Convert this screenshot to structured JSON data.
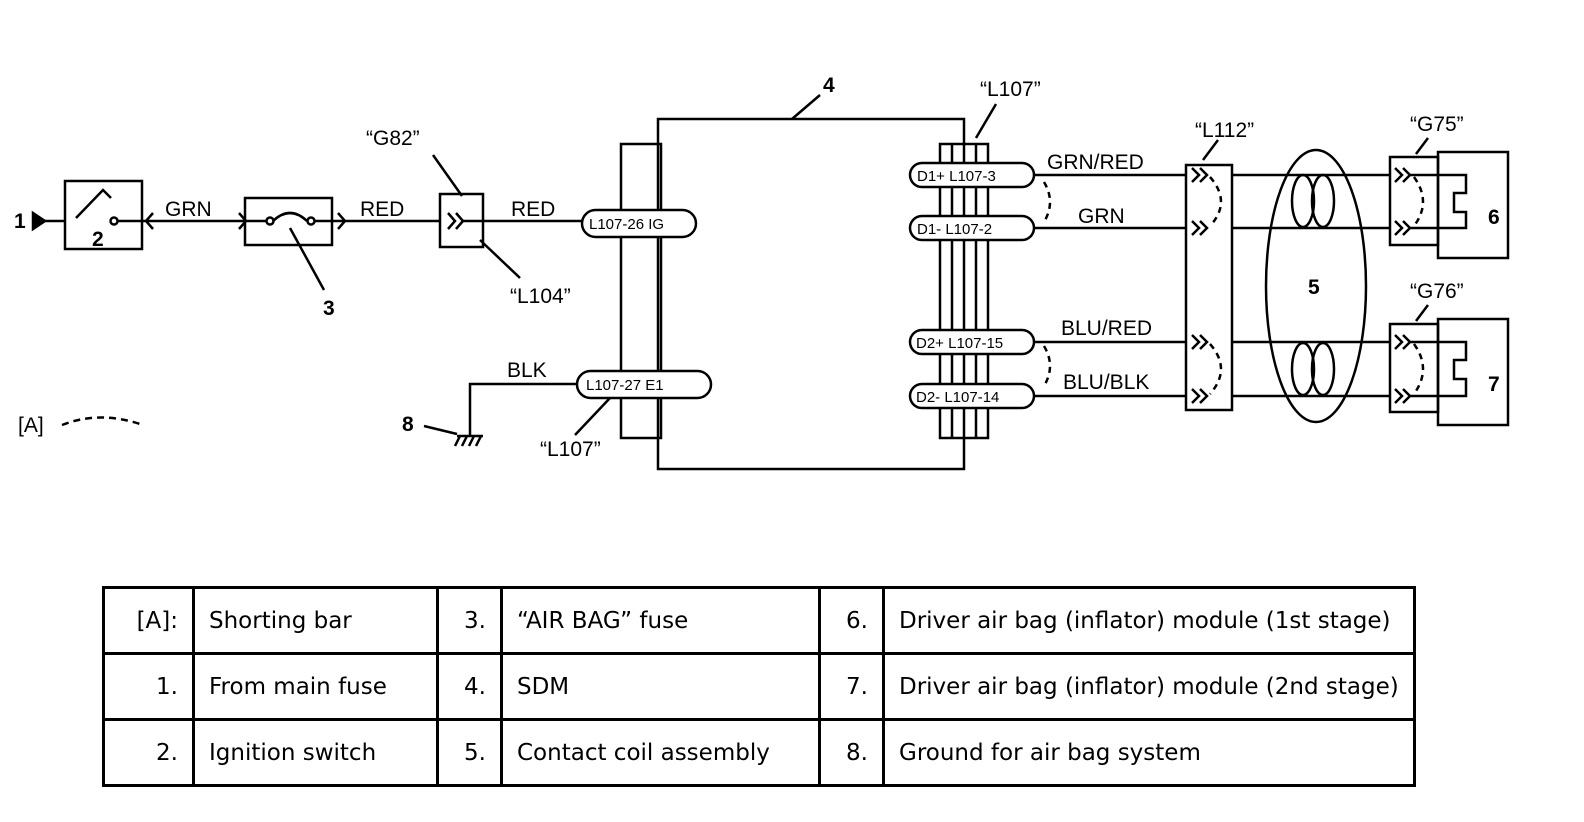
{
  "diagram": {
    "callouts": [
      "1",
      "2",
      "3",
      "4",
      "5",
      "6",
      "7",
      "8"
    ],
    "connectors": {
      "g82": "“G82”",
      "l104": "“L104”",
      "l107_top": "“L107”",
      "l107_bottom": "“L107”",
      "l112": "“L112”",
      "g75": "“G75”",
      "g76": "“G76”"
    },
    "wires": {
      "grn_left": "GRN",
      "red_1": "RED",
      "red_2": "RED",
      "blk": "BLK",
      "grn_red": "GRN/RED",
      "grn_right": "GRN",
      "blu_red": "BLU/RED",
      "blu_blk": "BLU/BLK"
    },
    "pins": {
      "ig": "L107-26  IG",
      "e1": "L107-27  E1",
      "d1p": "D1+  L107-3",
      "d1m": "D1-  L107-2",
      "d2p": "D2+ L107-15",
      "d2m": "D2-  L107-14"
    },
    "shorting_key": "[A]"
  },
  "legend": [
    [
      {
        "key": "[A]:",
        "text": "Shorting bar"
      },
      {
        "key": "3.",
        "text": "“AIR BAG” fuse"
      },
      {
        "key": "6.",
        "text": "Driver air bag (inflator) module (1st stage)"
      }
    ],
    [
      {
        "key": "1.",
        "text": "From main fuse"
      },
      {
        "key": "4.",
        "text": "SDM"
      },
      {
        "key": "7.",
        "text": "Driver air bag (inflator) module (2nd stage)"
      }
    ],
    [
      {
        "key": "2.",
        "text": "Ignition switch"
      },
      {
        "key": "5.",
        "text": "Contact coil assembly"
      },
      {
        "key": "8.",
        "text": "Ground for air bag system"
      }
    ]
  ]
}
